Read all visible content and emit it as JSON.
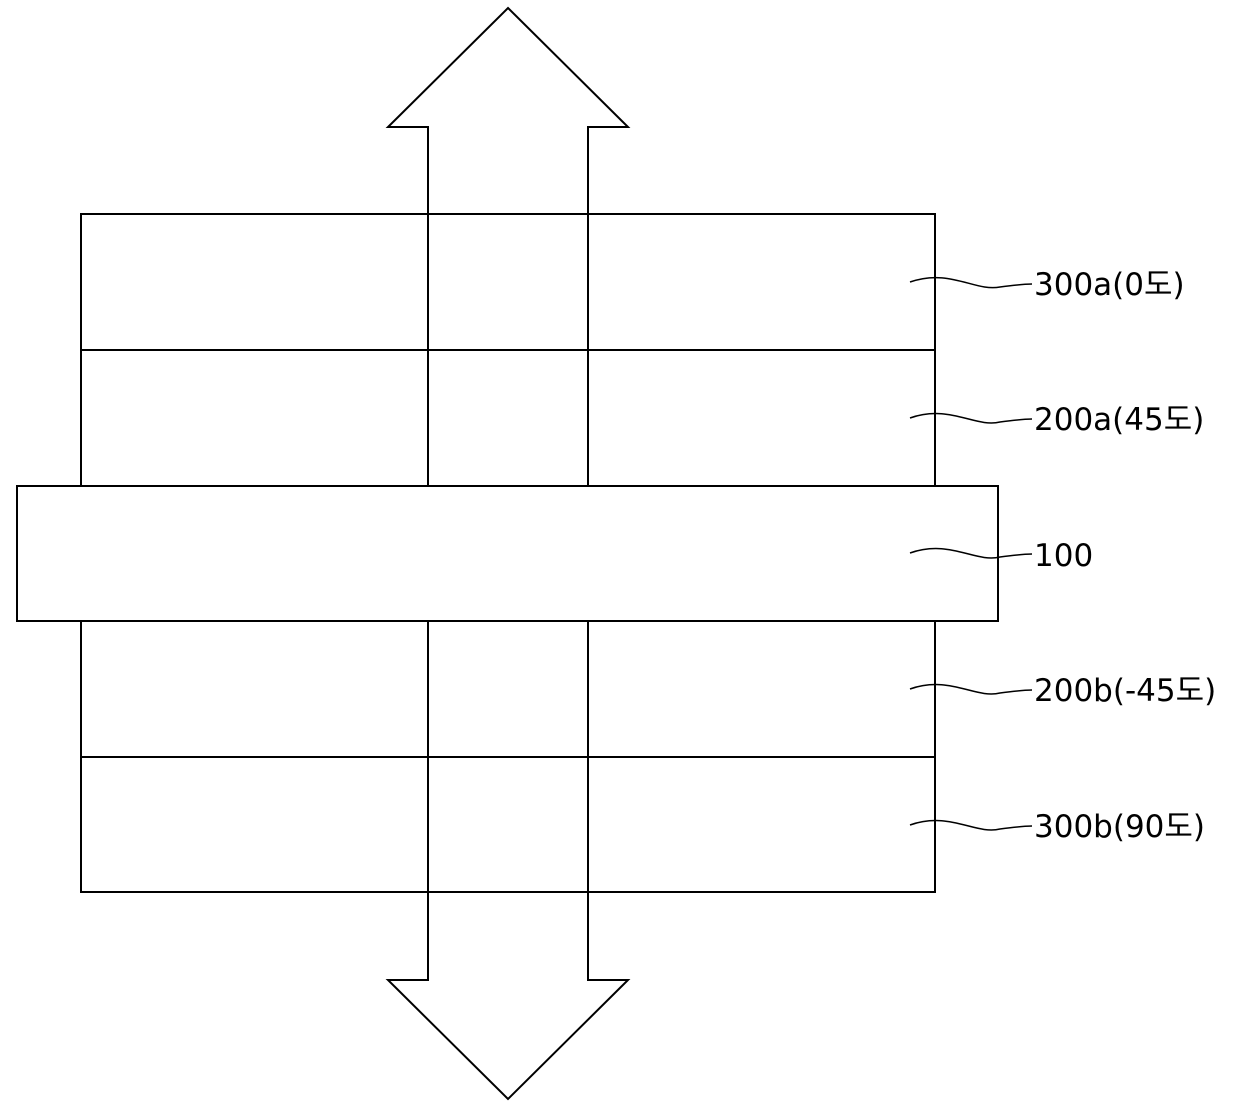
{
  "diagram": {
    "labels": {
      "layer_300a": "300a(0도)",
      "layer_200a": "200a(45도)",
      "layer_100": "100",
      "layer_200b": "200b(-45도)",
      "layer_300b": "300b(90도)"
    }
  }
}
